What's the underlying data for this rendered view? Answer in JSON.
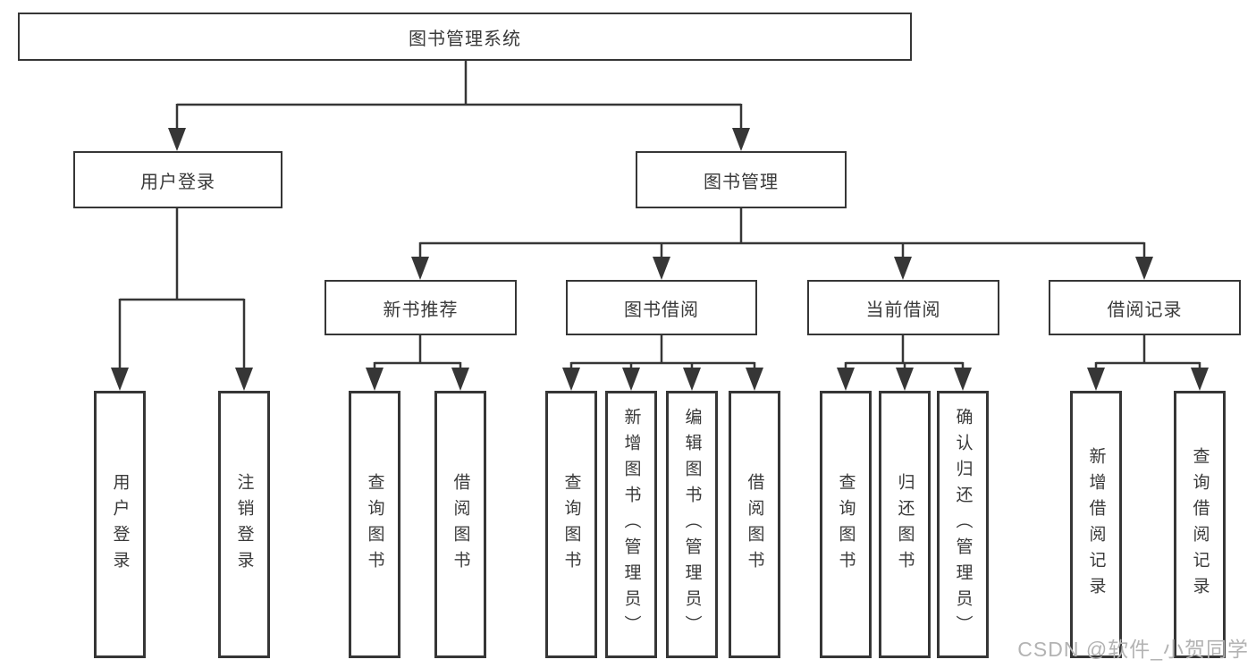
{
  "diagram": {
    "title": "图书管理系统",
    "nodes": {
      "root": "图书管理系统",
      "user_login": "用户登录",
      "book_management": "图书管理",
      "new_book_recommend": "新书推荐",
      "book_borrow": "图书借阅",
      "current_borrow": "当前借阅",
      "borrow_record": "借阅记录",
      "user_login_children": [
        "用户登录",
        "注销登录"
      ],
      "new_book_children": [
        "查询图书",
        "借阅图书"
      ],
      "book_borrow_children": [
        "查询图书",
        "新增图书（管理员）",
        "编辑图书（管理员）",
        "借阅图书"
      ],
      "current_borrow_children": [
        "查询图书",
        "归还图书",
        "确认归还（管理员）"
      ],
      "borrow_record_children": [
        "新增借阅记录",
        "查询借阅记录"
      ]
    }
  },
  "watermark": "CSDN @软件_小贺同学",
  "colors": {
    "line": "#363636",
    "text": "#3a3a3a",
    "box_bg": "#ffffff",
    "background": "#ffffff",
    "watermark": "#b3b3b3"
  }
}
